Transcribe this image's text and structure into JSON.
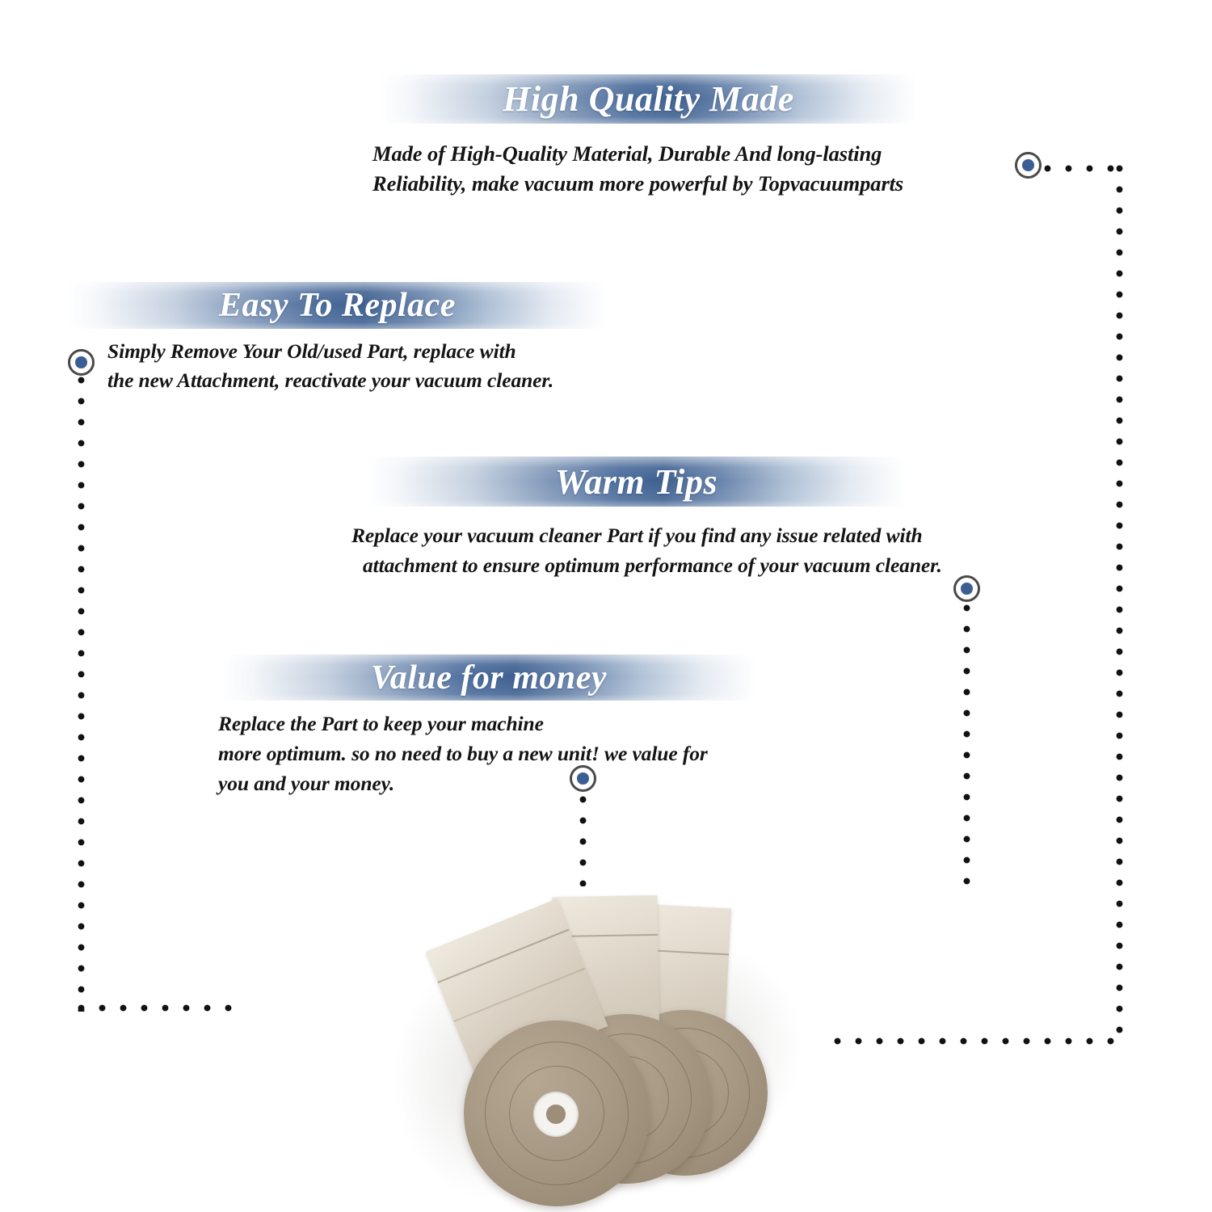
{
  "page": {
    "background_color": "#ffffff",
    "accent_color": "#3f6191",
    "marker_ring_color": "#4a4a4a",
    "marker_core_color": "#3c5f93",
    "connector_dot_color": "#111111"
  },
  "sections": [
    {
      "id": "high-quality-made",
      "title": "High Quality Made",
      "lines": [
        "Made of  High-Quality Material, Durable And long-lasting",
        "Reliability, make vacuum more powerful by Topvacuumparts"
      ]
    },
    {
      "id": "easy-to-replace",
      "title": "Easy To Replace",
      "lines": [
        "Simply Remove Your Old/used Part, replace with",
        "the new Attachment, reactivate your vacuum cleaner."
      ]
    },
    {
      "id": "warm-tips",
      "title": "Warm Tips",
      "lines": [
        "Replace your vacuum cleaner Part if you find any issue related with",
        "attachment to ensure optimum performance of your vacuum cleaner."
      ]
    },
    {
      "id": "value-for-money",
      "title": "Value for money",
      "lines": [
        "Replace the Part to keep your machine",
        "more optimum. so no need to buy a new unit! we value for",
        "you and your money."
      ]
    }
  ],
  "markers": [
    {
      "id": "marker-high-quality-made",
      "label": "High Quality Made connector"
    },
    {
      "id": "marker-easy-to-replace",
      "label": "Easy To Replace connector"
    },
    {
      "id": "marker-warm-tips",
      "label": "Warm Tips connector"
    },
    {
      "id": "marker-value-for-money",
      "label": "Value for money connector"
    }
  ],
  "product": {
    "name": "vacuum-cleaner-paper-bags",
    "description": "Three tan paper vacuum cleaner bags with round cardboard collars",
    "count": 3
  }
}
